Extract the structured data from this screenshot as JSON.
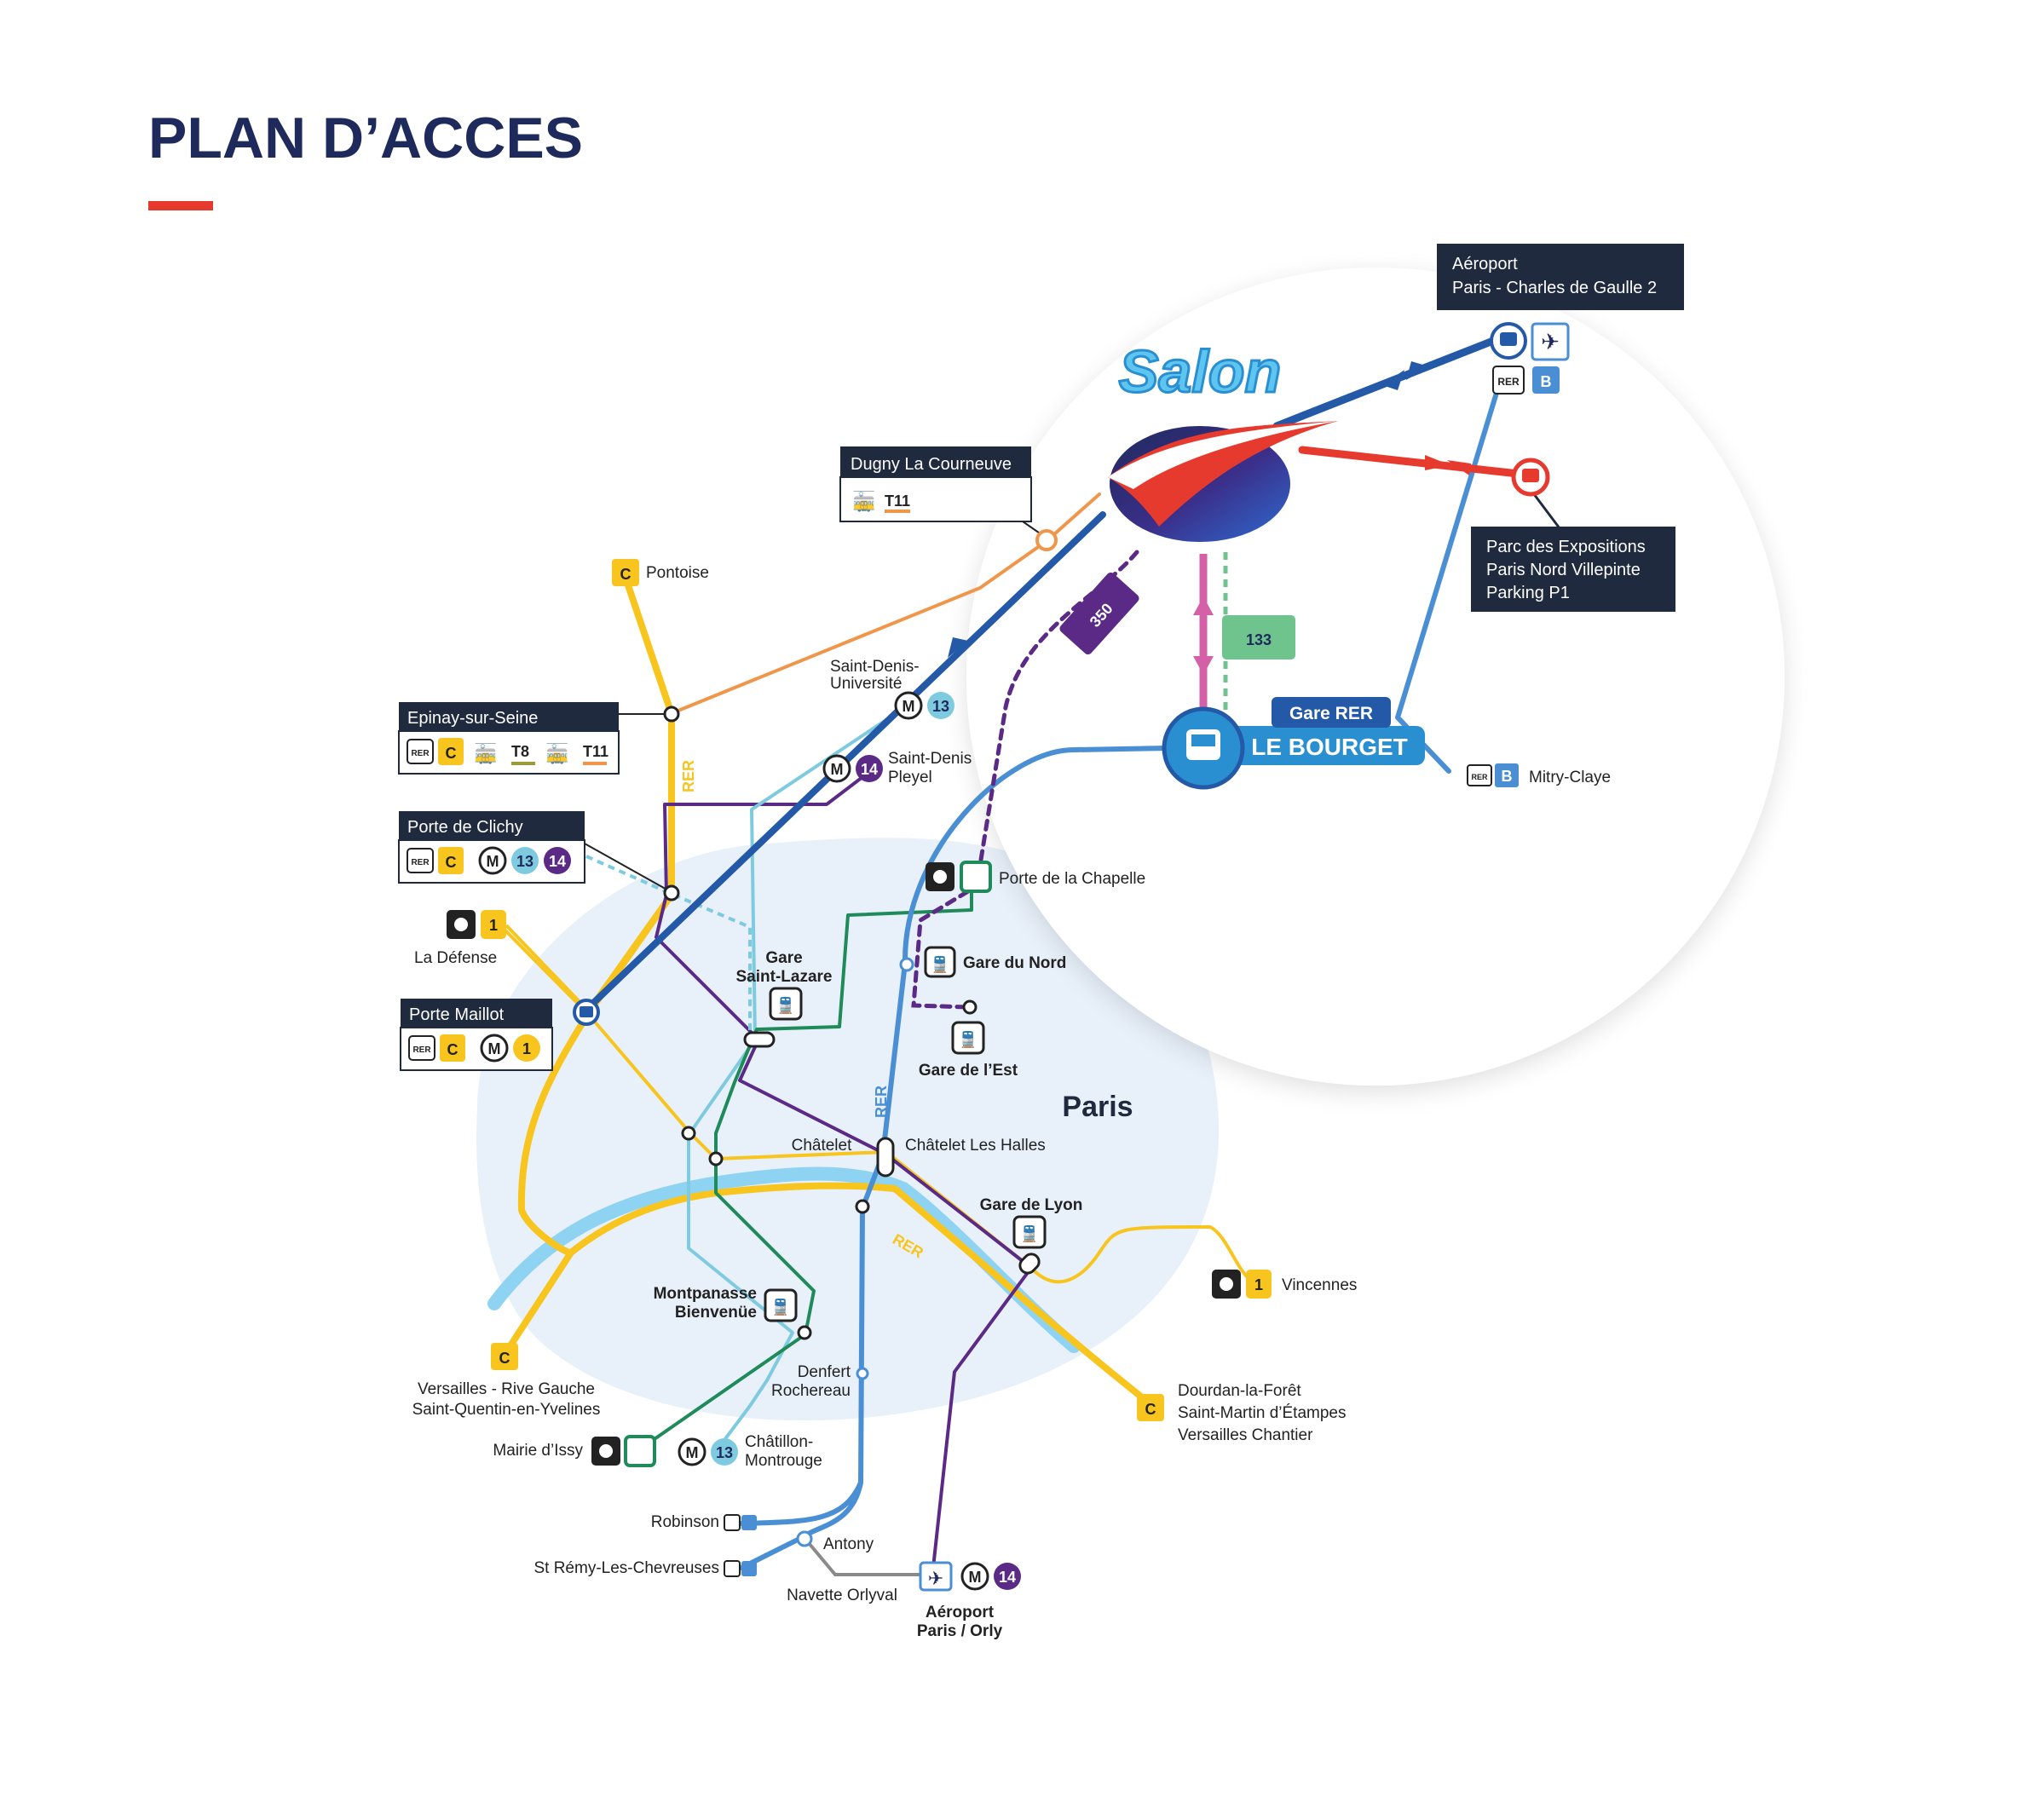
{
  "title": "PLAN D’ACCES",
  "salon": {
    "label": "Salon"
  },
  "colors": {
    "navy": "#1f2a5c",
    "red": "#e63a2e",
    "yellow": "#f7c51e",
    "rer_b": "#4a8fd4",
    "line13": "#7ecbe0",
    "line14": "#5b2a86",
    "tram_orange": "#f0964b",
    "green": "#1f8a5a",
    "seine": "#8fd3f2",
    "paris_bg": "#e8f0fa",
    "bus350": "#5b2a86",
    "bus133": "#6fc48d",
    "pink": "#d461a8",
    "navette": "#8a8a8a",
    "dark_blue": "#2459a8"
  },
  "boxes": {
    "cdg": {
      "line1": "Aéroport",
      "line2": "Paris - Charles de Gaulle 2"
    },
    "parc": {
      "line1": "Parc des Expositions",
      "line2": "Paris Nord Villepinte",
      "line3": "Parking P1"
    },
    "dugny": {
      "title": "Dugny La Courneuve",
      "badge": "T11"
    },
    "epinay": {
      "title": "Epinay-sur-Seine",
      "badges": [
        "RER",
        "C",
        "T8",
        "T11"
      ]
    },
    "clichy": {
      "title": "Porte de Clichy",
      "badges": [
        "RER",
        "C",
        "M",
        "13",
        "14"
      ]
    },
    "maillot": {
      "title": "Porte Maillot",
      "badges": [
        "RER",
        "C",
        "M",
        "1"
      ]
    }
  },
  "bourget": {
    "top": "Gare RER",
    "name": "LE BOURGET"
  },
  "bus": {
    "b350": "350",
    "b133": "133"
  },
  "rer_labels": [
    "RER",
    "RER",
    "RER"
  ],
  "stations": {
    "pontoise": "Pontoise",
    "sd_univ_1": "Saint-Denis-",
    "sd_univ_2": "Université",
    "sd_pleyel_1": "Saint-Denis",
    "sd_pleyel_2": "Pleyel",
    "mitry": "Mitry-Claye",
    "chapelle": "Porte de la Chapelle",
    "defense": "La Défense",
    "gare_nord": "Gare du Nord",
    "st_lazare_1": "Gare",
    "st_lazare_2": "Saint-Lazare",
    "gare_est": "Gare de l’Est",
    "paris": "Paris",
    "chatelet": "Châtelet",
    "chatelet_halles": "Châtelet Les Halles",
    "gare_lyon": "Gare de Lyon",
    "vincennes": "Vincennes",
    "montparnasse_1": "Montpanasse",
    "montparnasse_2": "Bienvenüe",
    "denfert_1": "Denfert",
    "denfert_2": "Rochereau",
    "versailles_1": "Versailles - Rive Gauche",
    "versailles_2": "Saint-Quentin-en-Yvelines",
    "dourdan_1": "Dourdan-la-Forêt",
    "dourdan_2": "Saint-Martin d’Étampes",
    "dourdan_3": "Versailles Chantier",
    "issy": "Mairie d’Issy",
    "chatillon_1": "Châtillon-",
    "chatillon_2": "Montrouge",
    "robinson": "Robinson",
    "st_remy": "St Rémy-Les-Chevreuses",
    "antony": "Antony",
    "navette": "Navette Orlyval",
    "orly_1": "Aéroport",
    "orly_2": "Paris / Orly"
  },
  "badges": {
    "m": "M",
    "l13": "13",
    "l14": "14",
    "l1": "1",
    "rer": "RER",
    "b": "B",
    "c": "C",
    "t8": "T8",
    "t11": "T11"
  }
}
